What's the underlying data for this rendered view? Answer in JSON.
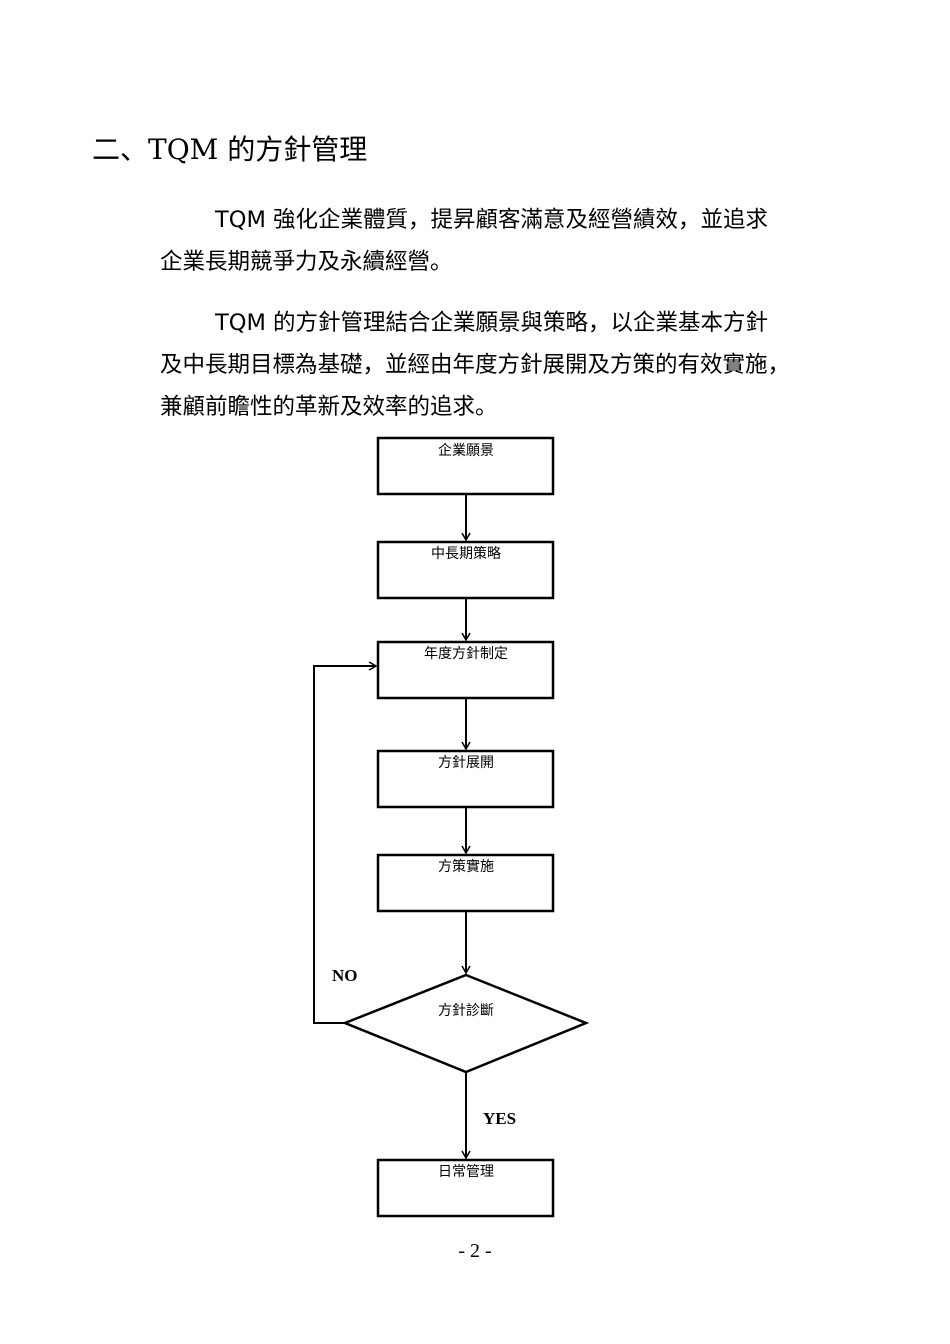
{
  "heading": {
    "prefix": "二、",
    "latin": "TQM",
    "suffix": " 的方針管理"
  },
  "paragraphs": [
    [
      "TQM 強化企業體質，提昇顧客滿意及經營績效，並追求",
      "企業長期競爭力及永續經營。"
    ],
    [
      "TQM 的方針管理結合企業願景與策略，以企業基本方針",
      "及中長期目標為基礎，並經由年度方針展開及方策的有效實施，",
      "兼顧前瞻性的革新及效率的追求。"
    ]
  ],
  "flowchart": {
    "steps": [
      "企業願景",
      "中長期策略",
      "年度方針制定",
      "方針展開",
      "方策實施"
    ],
    "decision": "方針診斷",
    "no_label": "NO",
    "yes_label": "YES",
    "final": "日常管理"
  },
  "page_number": "- 2 -"
}
